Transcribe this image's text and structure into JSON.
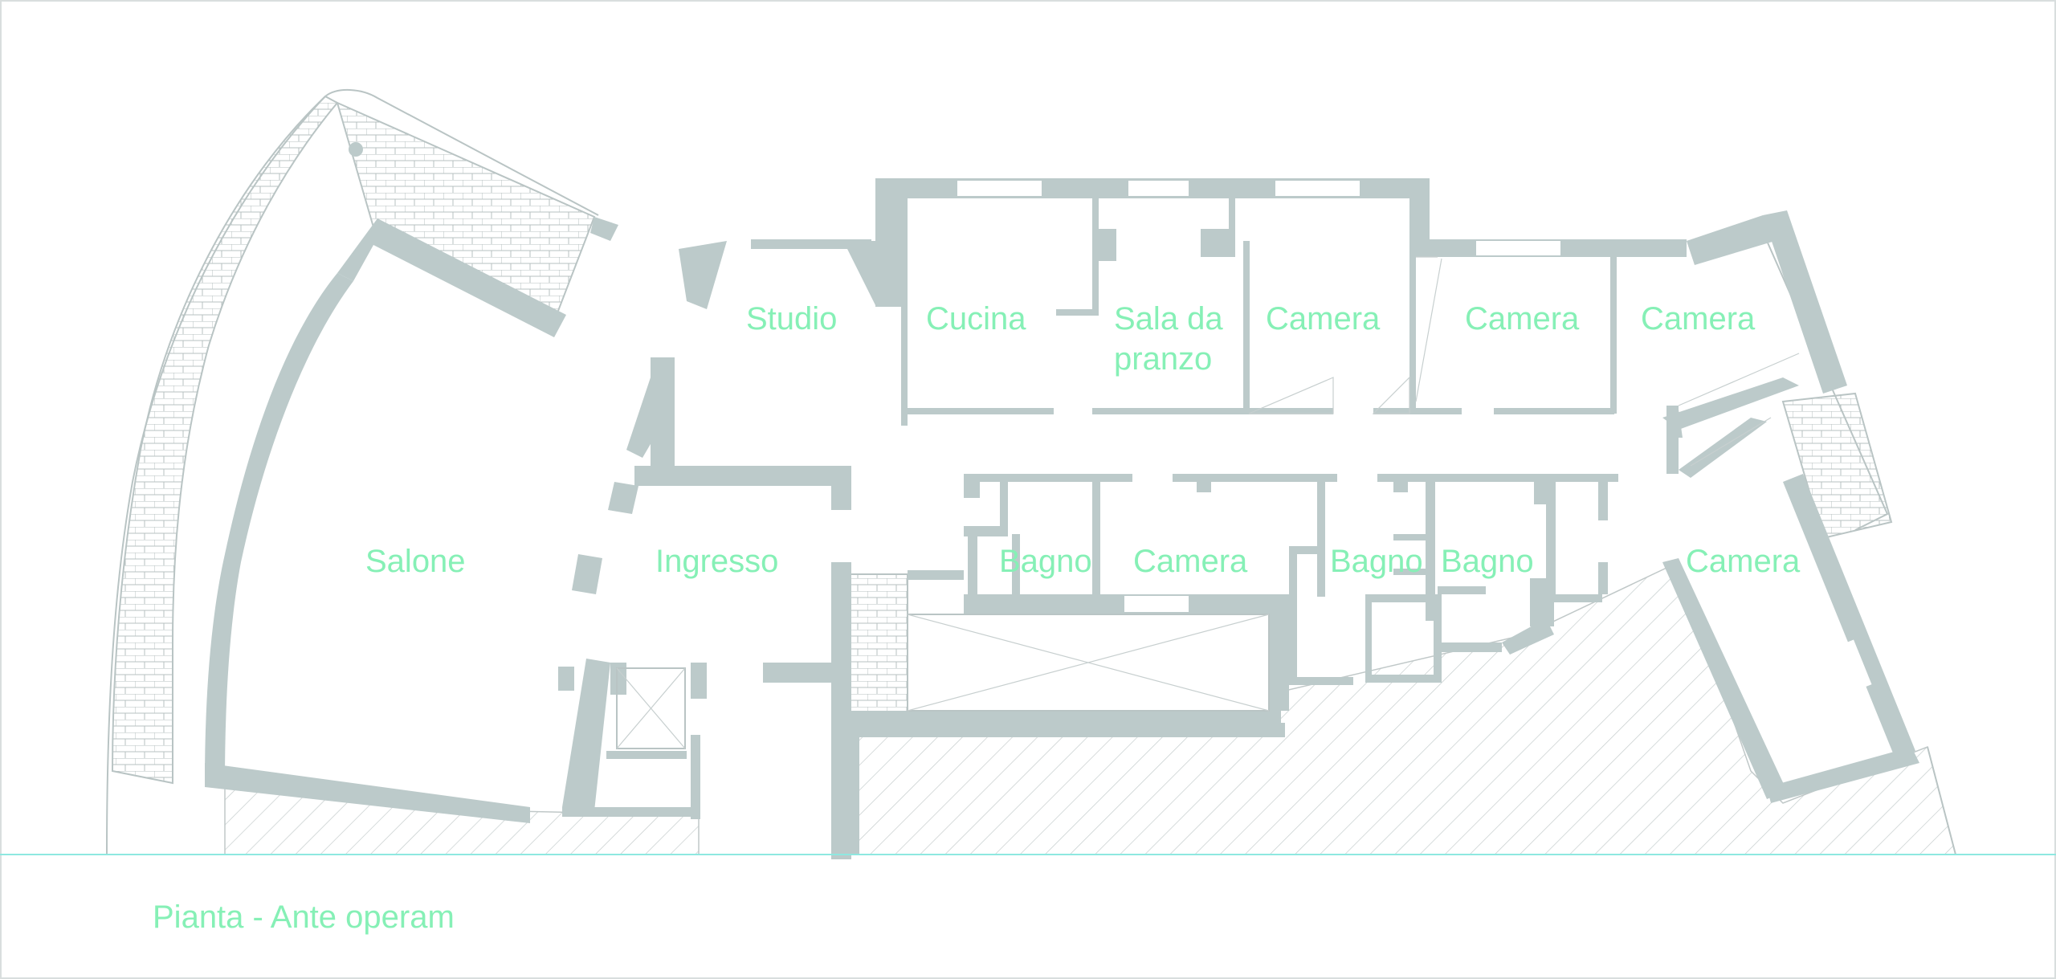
{
  "caption": "Pianta - Ante operam",
  "rooms": {
    "studio": "Studio",
    "cucina": "Cucina",
    "sala_line1": "Sala da",
    "sala_line2": "pranzo",
    "camera_1": "Camera",
    "camera_2": "Camera",
    "camera_3": "Camera",
    "salone": "Salone",
    "ingresso": "Ingresso",
    "bagno_1": "Bagno",
    "camera_4": "Camera",
    "bagno_2": "Bagno",
    "bagno_3": "Bagno",
    "camera_5": "Camera"
  },
  "colors": {
    "wall": "#bccaca",
    "label": "#86f0b6",
    "ground_line": "#8ee8e0",
    "background": "#ffffff"
  }
}
